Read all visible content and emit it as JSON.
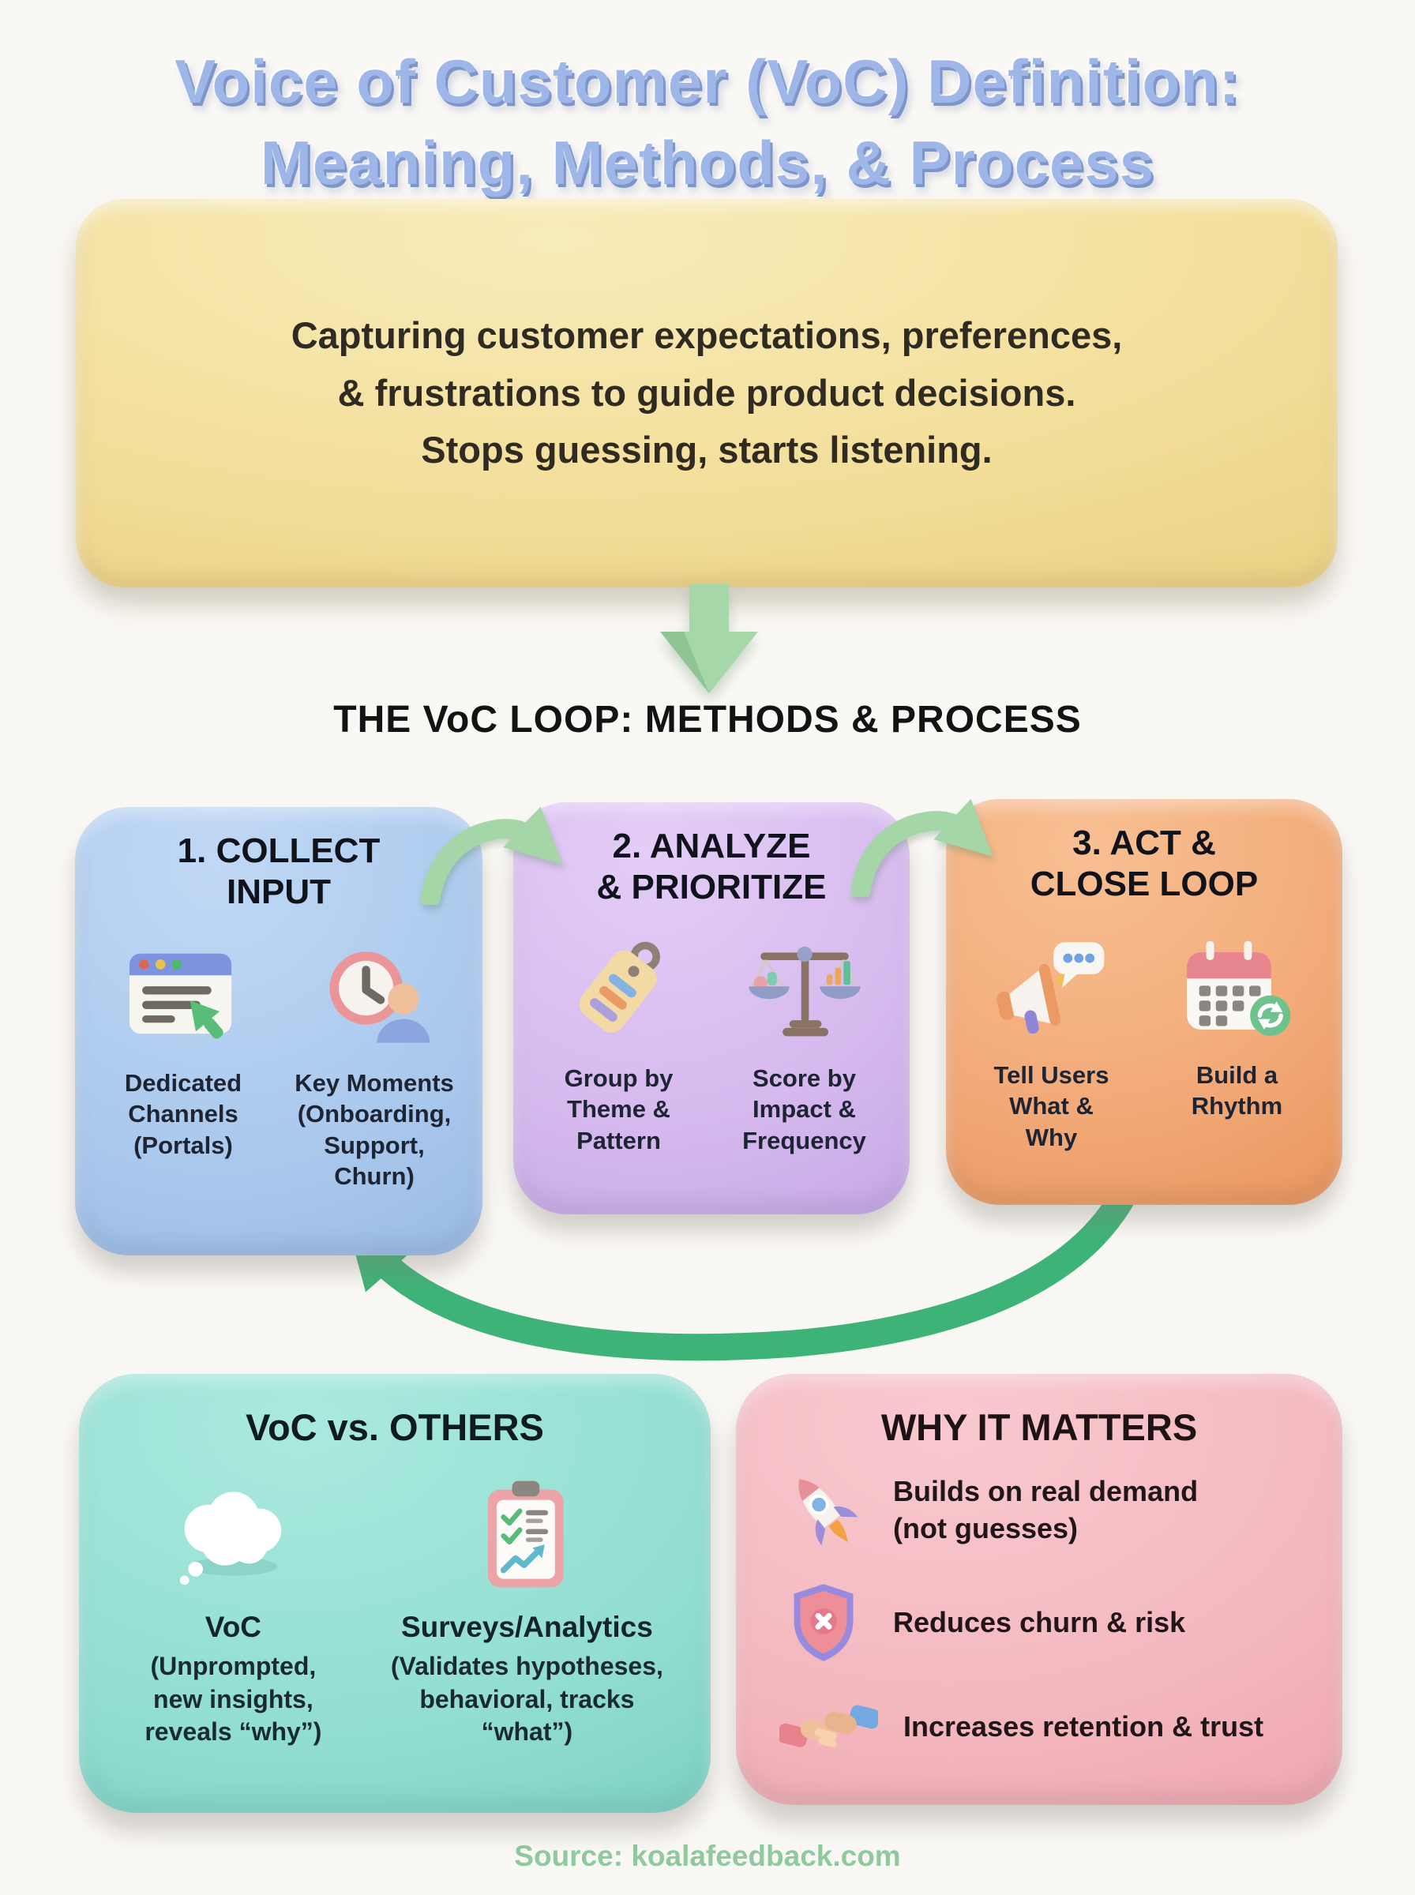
{
  "title": {
    "line1": "Voice of Customer (VoC) Definition:",
    "line2": "Meaning, Methods, & Process",
    "color": "#9eb7e8"
  },
  "intro": {
    "text": "Capturing customer expectations, preferences,\n& frustrations to guide product decisions.\nStops guessing, starts listening.",
    "bg_color": "#f2dd97"
  },
  "loop": {
    "heading": "THE VoC LOOP: METHODS & PROCESS",
    "down_arrow_color": "#a6d7a9",
    "swoosh_arrow_color": "#a4d6a7",
    "loop_arrow_color": "#3eb377"
  },
  "steps": [
    {
      "title": "1. COLLECT\nINPUT",
      "bg_color": "#abc9ed",
      "items": [
        {
          "icon": "browser-window-icon",
          "label": "Dedicated\nChannels\n(Portals)"
        },
        {
          "icon": "clock-user-icon",
          "label": "Key Moments\n(Onboarding,\nSupport,\nChurn)"
        }
      ]
    },
    {
      "title": "2. ANALYZE\n& PRIORITIZE",
      "bg_color": "#d6b9ee",
      "items": [
        {
          "icon": "tag-icon",
          "label": "Group by\nTheme &\nPattern"
        },
        {
          "icon": "balance-scale-icon",
          "label": "Score by\nImpact &\nFrequency"
        }
      ]
    },
    {
      "title": "3. ACT &\nCLOSE LOOP",
      "bg_color": "#f2a977",
      "items": [
        {
          "icon": "megaphone-icon",
          "label": "Tell Users\nWhat &\nWhy"
        },
        {
          "icon": "calendar-refresh-icon",
          "label": "Build a\nRhythm"
        }
      ]
    }
  ],
  "comparison": {
    "title": "VoC vs. OTHERS",
    "bg_color": "#92ded2",
    "columns": [
      {
        "icon": "thought-cloud-icon",
        "heading": "VoC",
        "desc": "(Unprompted,\nnew insights,\nreveals “why”)"
      },
      {
        "icon": "clipboard-checklist-icon",
        "heading": "Surveys/Analytics",
        "desc": "(Validates hypotheses,\nbehavioral, tracks\n“what”)"
      }
    ]
  },
  "why_it_matters": {
    "title": "WHY IT MATTERS",
    "bg_color": "#f4b7be",
    "bullets": [
      {
        "icon": "rocket-icon",
        "text": "Builds on real demand\n(not guesses)"
      },
      {
        "icon": "shield-x-icon",
        "text": "Reduces churn & risk"
      },
      {
        "icon": "handshake-icon",
        "text": "Increases retention & trust"
      }
    ]
  },
  "footer": {
    "source": "Source: koalafeedback.com",
    "color": "#8fc99d"
  }
}
